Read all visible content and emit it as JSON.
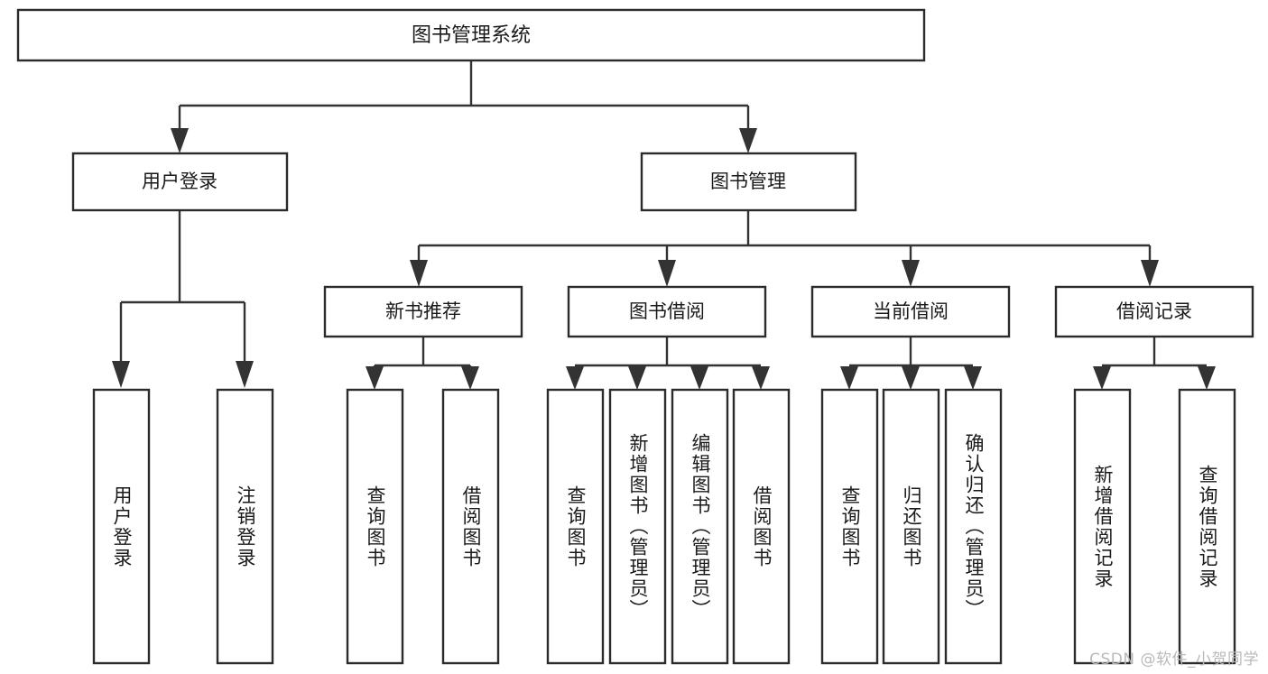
{
  "diagram": {
    "type": "tree-hierarchy",
    "title": "图书管理系统",
    "orientation": "top-down",
    "colors": {
      "box_stroke": "#2b2b2b",
      "box_fill": "#ffffff",
      "connector": "#333333",
      "text": "#1a1a1a",
      "watermark": "#b9b9b9",
      "background": "#ffffff"
    },
    "root": {
      "label": "图书管理系统"
    },
    "level2": [
      {
        "label": "用户登录"
      },
      {
        "label": "图书管理"
      }
    ],
    "level3": [
      {
        "label": "新书推荐"
      },
      {
        "label": "图书借阅"
      },
      {
        "label": "当前借阅"
      },
      {
        "label": "借阅记录"
      }
    ],
    "leaves": {
      "user_login": [
        {
          "label": "用户登录"
        },
        {
          "label": "注销登录"
        }
      ],
      "new_book_recommend": [
        {
          "label": "查询图书"
        },
        {
          "label": "借阅图书"
        }
      ],
      "book_borrow": [
        {
          "label": "查询图书"
        },
        {
          "label": "新增图书（管理员）"
        },
        {
          "label": "编辑图书（管理员）"
        },
        {
          "label": "借阅图书"
        }
      ],
      "current_borrow": [
        {
          "label": "查询图书"
        },
        {
          "label": "归还图书"
        },
        {
          "label": "确认归还（管理员）"
        }
      ],
      "borrow_record": [
        {
          "label": "新增借阅记录"
        },
        {
          "label": "查询借阅记录"
        }
      ]
    }
  },
  "watermark": {
    "text": "CSDN @软件_小贺同学"
  }
}
